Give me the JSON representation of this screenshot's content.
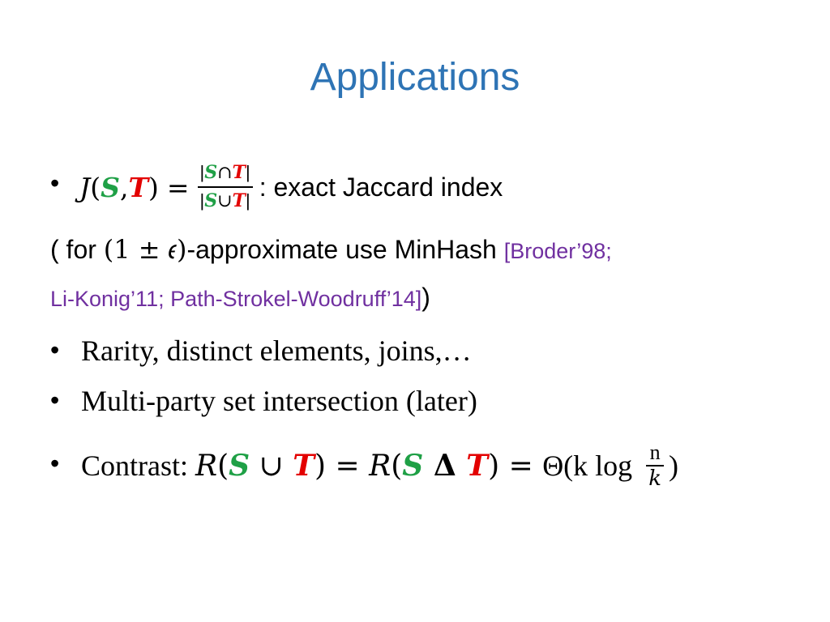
{
  "slide": {
    "title": "Applications",
    "bullet_symbol": "•",
    "jaccard": {
      "lhs_J": "J",
      "open": "(",
      "S": "S",
      "comma": ",",
      "T": "T",
      "close": ")",
      "eq": "=",
      "num_pipe_l": "|",
      "num_S": "S",
      "num_op": "∩",
      "num_T": "T",
      "num_pipe_r": "|",
      "den_pipe_l": "|",
      "den_S": "S",
      "den_op": "∪",
      "den_T": "T",
      "den_pipe_r": "|",
      "description": ": exact Jaccard index"
    },
    "approx": {
      "prefix": "( for ",
      "math": "(1 ± 𝜖)",
      "middle": "-approximate use MinHash ",
      "cite_line1": "[Broder’98;",
      "cite_line2": "Li-Konig’11; Path-Strokel-Woodruff’14]",
      "close": ")"
    },
    "bullets": [
      "Rarity, distinct elements, joins,…",
      "Multi-party set intersection (later)"
    ],
    "contrast": {
      "label": "Contrast: ",
      "R1": "R",
      "open1": "(",
      "S1": "S",
      "cup": " ∪ ",
      "T1": "T",
      "close1": ")",
      "eq1": " = ",
      "R2": "R",
      "open2": "(",
      "S2": "S",
      "delta": " Δ ",
      "T2": "T",
      "close2": ")",
      "eq2": " = ",
      "theta": "Θ(k log ",
      "frac_num": "n",
      "frac_den": "k",
      "close3": ")"
    },
    "colors": {
      "title": "#2e74b5",
      "S": "#1fa046",
      "T": "#e30000",
      "citation": "#7030a0"
    }
  }
}
